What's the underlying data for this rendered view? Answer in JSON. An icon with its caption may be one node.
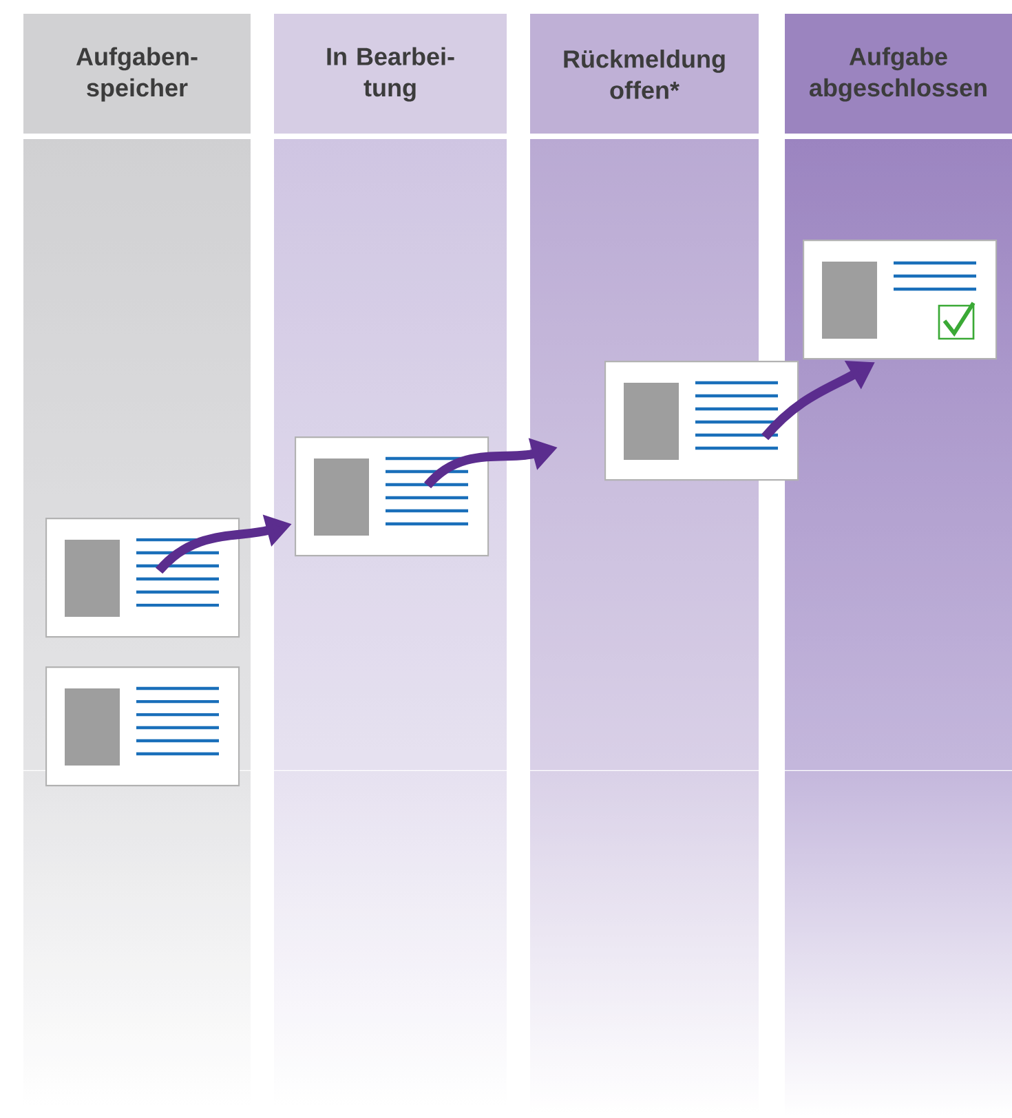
{
  "diagram": {
    "nodes": [
      {
        "text": [
          "Aufgaben- speicher"
        ]
      },
      {
        "text": [
          "In Bearbei- tung"
        ]
      },
      {
        "text": [
          "Rückmeldung offen*"
        ]
      },
      {
        "text": [
          "Aufgabe abgeschlossen"
        ]
      },
      {
        "text": [],
        "shape": "box",
        "in": 0
      },
      {
        "text": [],
        "shape": "box",
        "in": 0
      },
      {
        "text": [],
        "shape": "box",
        "in": 1
      },
      {
        "text": [],
        "shape": "box"
      },
      {
        "text": [],
        "shape": "box",
        "in": 3
      }
    ],
    "edges": [
      {
        "from": 4,
        "to": 6,
        "arrow": "to"
      },
      {
        "from": 6,
        "to": 2,
        "arrow": "to"
      },
      {
        "from": 7,
        "to": 8,
        "arrow": "to"
      }
    ]
  }
}
